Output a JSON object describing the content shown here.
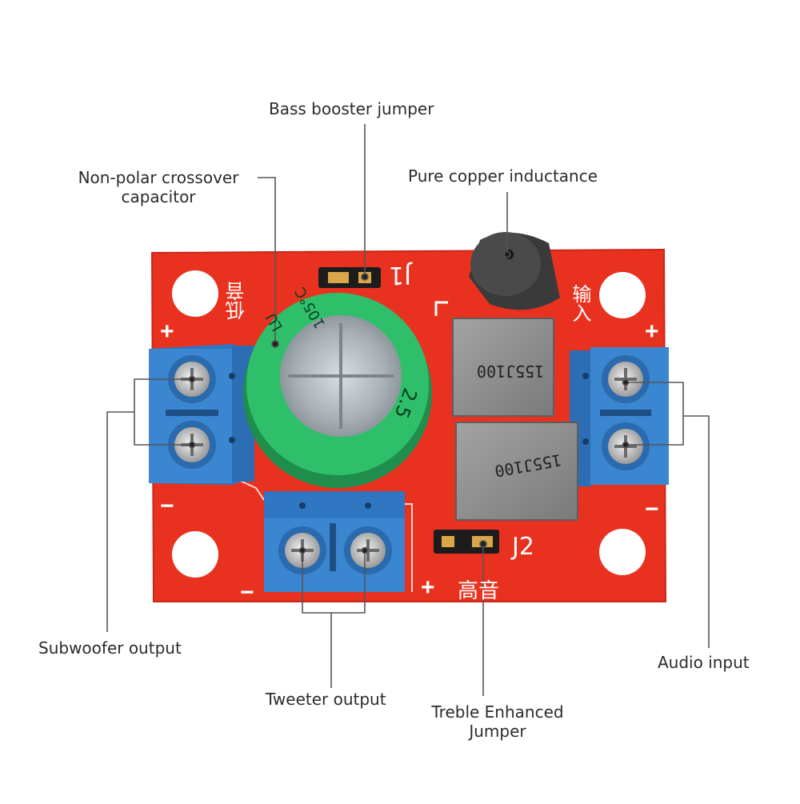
{
  "callouts": {
    "bass_booster_jumper": "Bass booster jumper",
    "non_polar_capacitor_line1": "Non-polar crossover",
    "non_polar_capacitor_line2": "capacitor",
    "pure_copper_inductance": "Pure copper inductance",
    "subwoofer_output": "Subwoofer output",
    "tweeter_output": "Tweeter output",
    "treble_jumper_line1": "Treble Enhanced",
    "treble_jumper_line2": "Jumper",
    "audio_input": "Audio input"
  },
  "board": {
    "label_j1": "J1",
    "label_j2": "J2",
    "label_low_freq": "低音",
    "label_high_freq": "高音",
    "label_input": "输入",
    "plus": "+",
    "minus": "−",
    "inductor_marking_top": "155J100",
    "inductor_marking_bottom": "155J100",
    "capacitor_marking_temp": "105°C",
    "capacitor_marking_brand": "LU",
    "capacitor_marking_value": "2.5"
  },
  "colors": {
    "pcb": "#e8321f",
    "terminal": "#3b86d1",
    "capacitor": "#2fbf6a",
    "inductor": "#8a8a8a",
    "leader_line": "#555555"
  }
}
